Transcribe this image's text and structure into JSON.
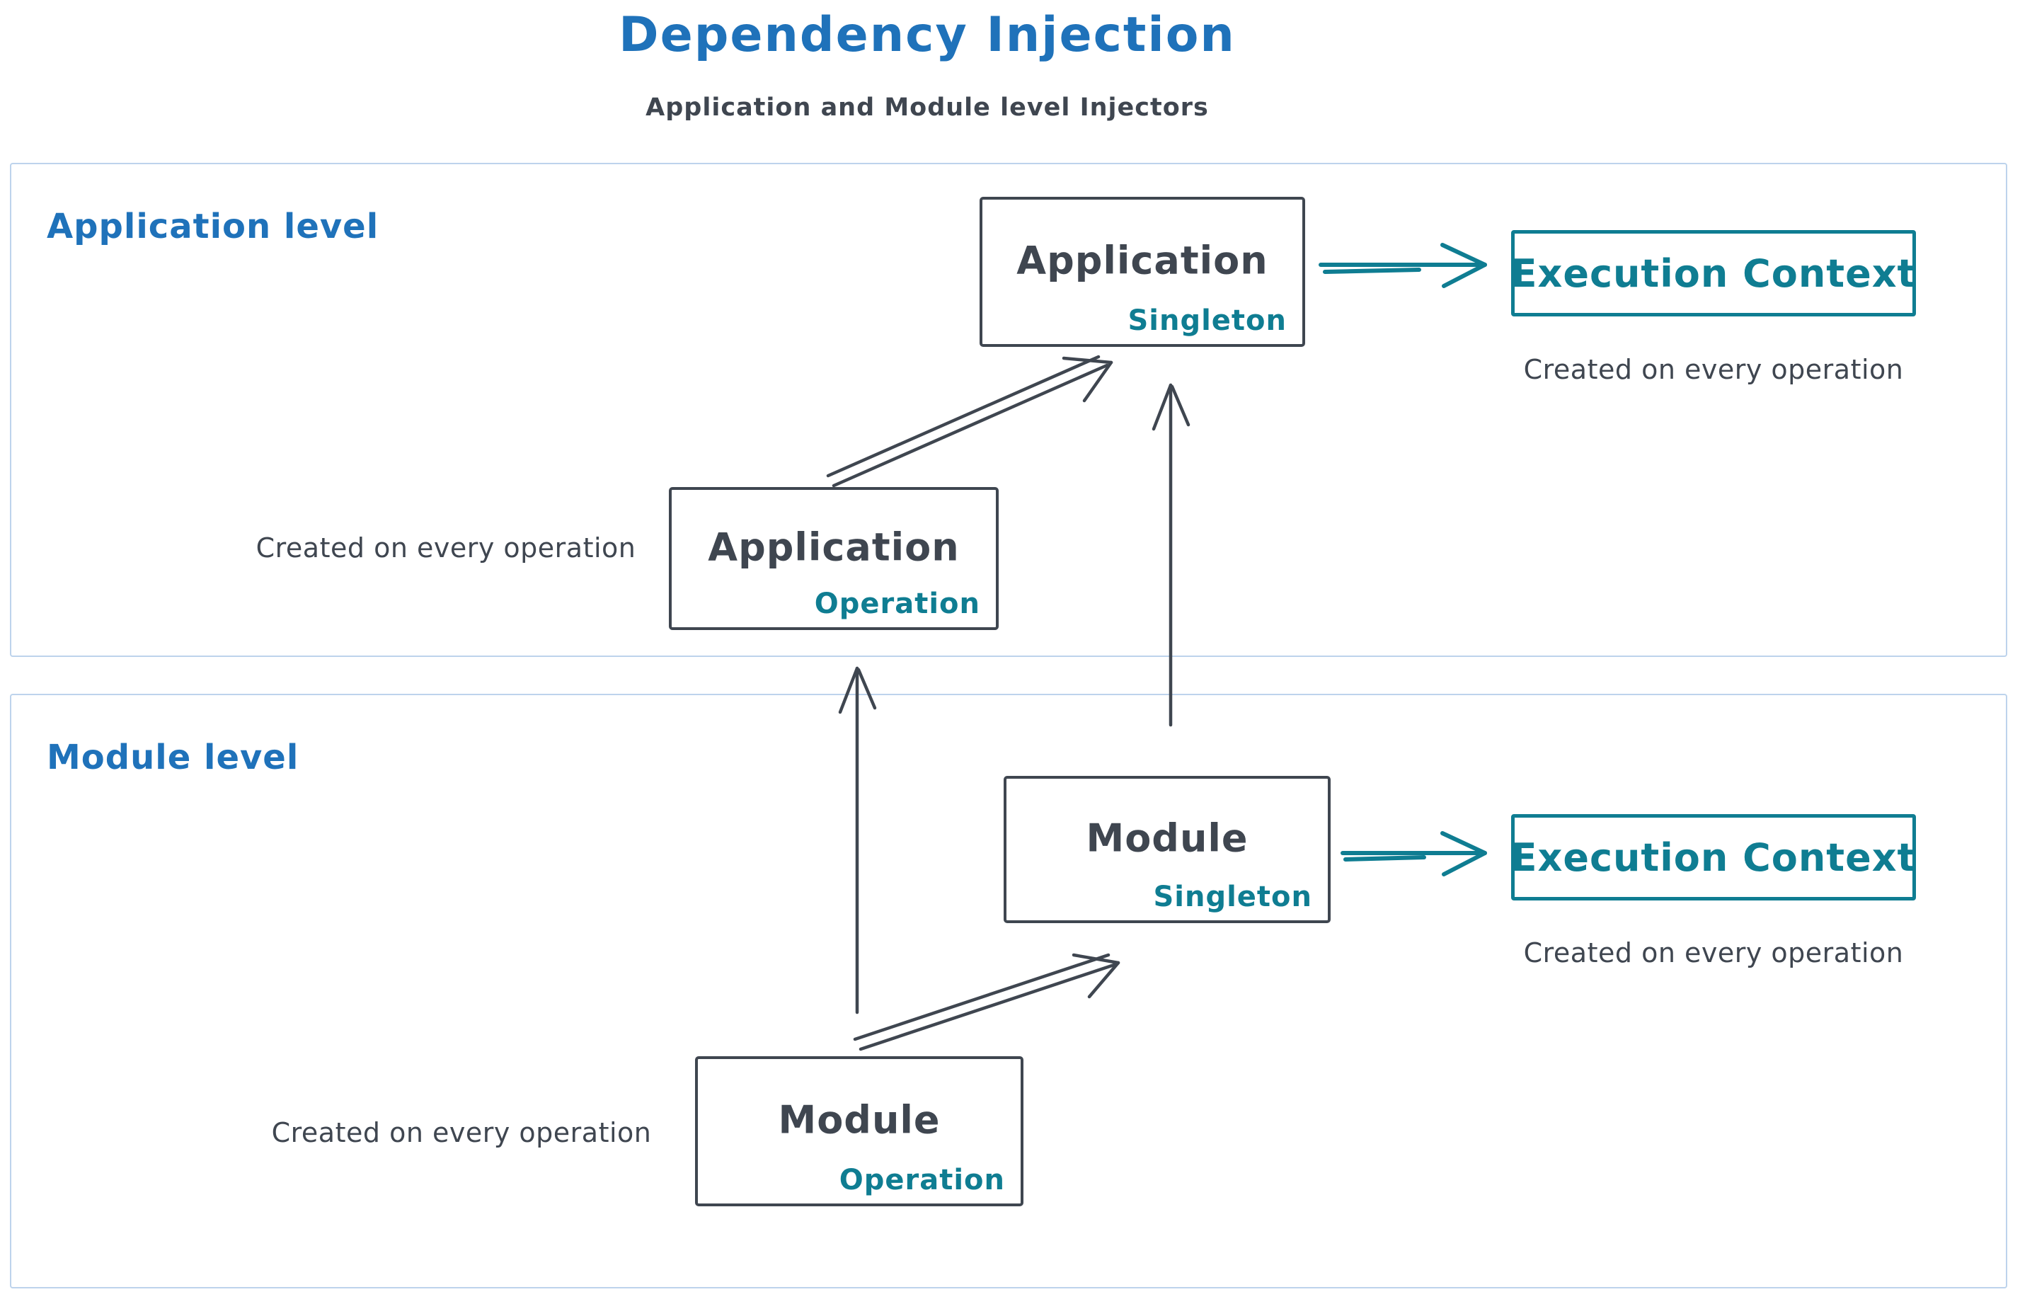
{
  "title": "Dependency Injection",
  "subtitle": "Application and Module level Injectors",
  "colors": {
    "blue": "#1f72ba",
    "teal": "#0f7d92",
    "ink": "#3f4650",
    "frame": "#bdd3ec"
  },
  "application_level": {
    "label": "Application level",
    "singleton_box": {
      "title": "Application",
      "tag": "Singleton"
    },
    "operation_box": {
      "title": "Application",
      "tag": "Operation"
    },
    "operation_caption": "Created on every operation",
    "execution_context": {
      "label": "Execution Context",
      "caption": "Created on every operation"
    }
  },
  "module_level": {
    "label": "Module level",
    "singleton_box": {
      "title": "Module",
      "tag": "Singleton"
    },
    "operation_box": {
      "title": "Module",
      "tag": "Operation"
    },
    "operation_caption": "Created on every operation",
    "execution_context": {
      "label": "Execution Context",
      "caption": "Created on every operation"
    }
  }
}
